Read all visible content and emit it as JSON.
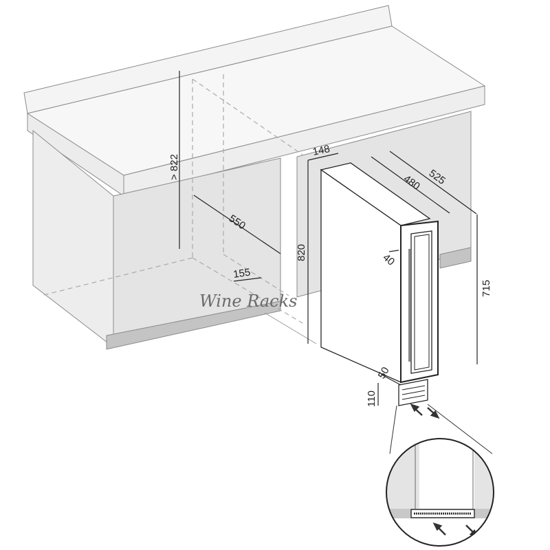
{
  "dimensions": {
    "min_niche_height": "> 822",
    "niche_depth": "550",
    "niche_width": "155",
    "cabinet_height": "820",
    "width": "148",
    "depth_body": "480",
    "depth_total": "525",
    "door_offset": "40",
    "body_height": "715",
    "plinth_gap": "50",
    "plinth_height": "110"
  },
  "watermark": "Wine Racks",
  "colors": {
    "line": "#3a3a3a",
    "cabinet": "#e6e6e6",
    "counter": "#f2f2f2",
    "plinth": "#bcbcbc"
  }
}
